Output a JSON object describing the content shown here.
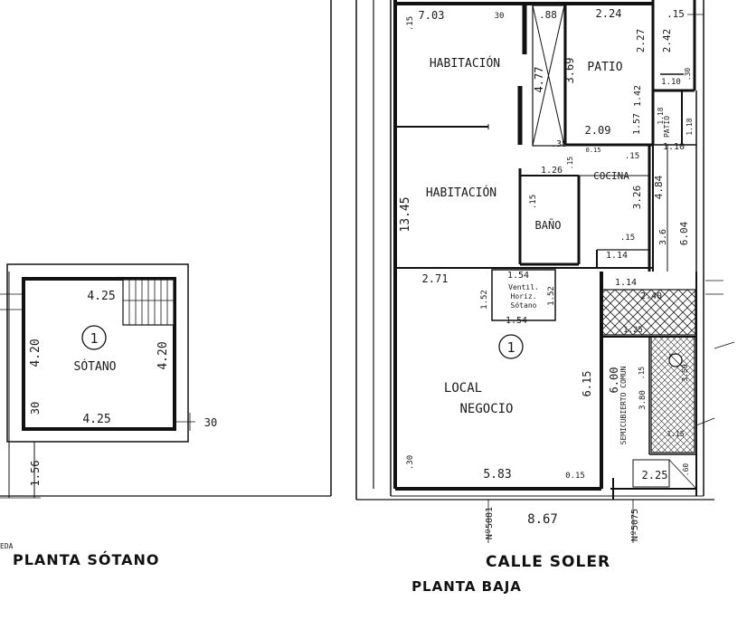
{
  "basement": {
    "title": "PLANTA SÓTANO",
    "prefix": "EDA",
    "room_label": "SÓTANO",
    "unit_number": "1",
    "dims": {
      "top_width": "4.25",
      "bottom_width": "4.25",
      "left_height": "4.20",
      "right_height": "4.20",
      "bottom_left_wall": "30",
      "bottom_right_wall": "30",
      "left_vertical": "1.56"
    }
  },
  "ground": {
    "title": "PLANTA BAJA",
    "street": "CALLE SOLER",
    "frontage": "8.67",
    "neighbor_left": "Nº5081",
    "neighbor_right": "Nº5075",
    "unit_number": "1",
    "rooms": {
      "hab1": "HABITACIÓN",
      "hab2": "HABITACIÓN",
      "patio": "PATIO",
      "cocina": "COCINA",
      "bano": "BAÑO",
      "local_line1": "LOCAL",
      "local_line2": "NEGOCIO",
      "vent_line1": "Ventil.",
      "vent_line2": "Horiz.",
      "vent_line3": "Sótano",
      "patio2": "PATIO",
      "comun": "SEMICUBIERTO COMUN"
    },
    "dims": {
      "d703": "7.03",
      "d30a": "30",
      "d88": ".88",
      "d224": "2.24",
      "d15a": ".15",
      "d15b": ".15",
      "d477": "4.77",
      "d369": "3.69",
      "d227": "2.27",
      "d242": "2.42",
      "d110a": "1.10",
      "d30b": ".30",
      "d142": "1.42",
      "d209": "2.09",
      "d157": "1.57",
      "d118a": "1.18",
      "d118b": "1.18",
      "d110b": "1.10",
      "d38": ".38",
      "d015": "0.15",
      "d15c": ".15",
      "d15d": ".15",
      "d126": "1.26",
      "d1345": "13.45",
      "d326": "3.26",
      "d484": "4.84",
      "d604": "6.04",
      "d36": "3.6",
      "d15e": ".15",
      "d15f": ".15",
      "d114a": "1.14",
      "d114b": "1.14",
      "d271": "2.71",
      "d154a": "1.54",
      "d154b": "1.54",
      "d152a": "1.52",
      "d152b": "1.52",
      "d240": "2.40",
      "d125": "1.25",
      "d615": "6.15",
      "d600": "6.00",
      "d15g": ".15",
      "d380": "3.80",
      "d350": "3.50",
      "d583": "5.83",
      "d15h": "0.15",
      "d225": "2.25",
      "d30c": ".30",
      "d60": ".60",
      "d115": "1.15"
    }
  }
}
